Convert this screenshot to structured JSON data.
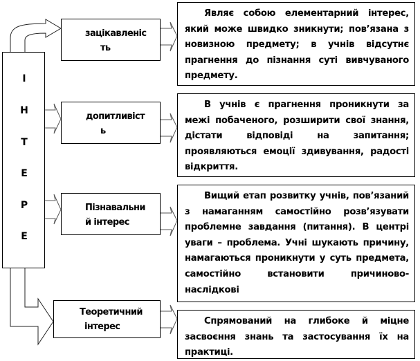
{
  "root": {
    "letters": [
      "І",
      "Н",
      "Т",
      "Е",
      "Р",
      "Е"
    ]
  },
  "nodes": [
    {
      "label_line1": "зацікавленіс",
      "label_line2": "ть",
      "description": "Являє собою елементарний інтерес, який може швидко зникнути; пов’язана з новизною предмету; в учнів відсутнє прагнення до пізнання суті вивчуваного предмету."
    },
    {
      "label_line1": "допитливіст",
      "label_line2": "ь",
      "description": "В учнів є прагнення проникнути за межі побаченого, розширити свої знання, дістати відповіді на запитання; проявляються емоції здивування, радості відкриття."
    },
    {
      "label_line1": "Пізнавальни",
      "label_line2": "й інтерес",
      "description": "Вищий етап розвитку учнів, пов’язаний з намаганням самостійно розв’язувати проблемне завдання (питання). В центрі уваги – проблема. Учні шукають причину, намагаються проникнути у суть предмета, самостійно встановити причиново-наслідкові"
    },
    {
      "label_line1": "Теоретичний",
      "label_line2": "інтерес",
      "description": "Спрямований на глибоке й міцне засвоєння знань та застосування їх на практиці."
    }
  ]
}
